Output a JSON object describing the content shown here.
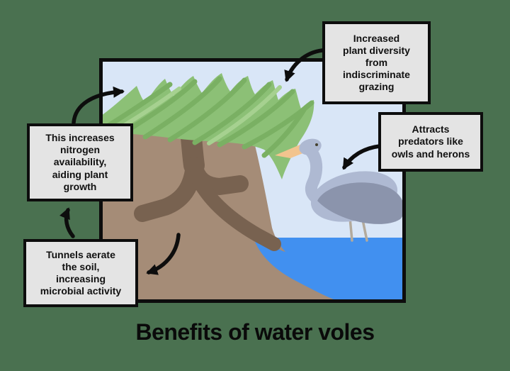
{
  "background_color": "#4a7150",
  "title": {
    "text": "Benefits of water voles"
  },
  "boxes": {
    "plant_diversity": {
      "label": "Increased\nplant diversity\nfrom\nindiscriminate\ngrazing"
    },
    "predators": {
      "label": "Attracts\npredators like\nowls and herons"
    },
    "nitrogen": {
      "label": "This increases\nnitrogen\navailability,\naiding plant\ngrowth"
    },
    "tunnels": {
      "label": "Tunnels aerate\nthe soil,\nincreasing\nmicrobial activity"
    }
  },
  "arrows": [
    {
      "from": "nitrogen-box",
      "to": "grass"
    },
    {
      "from": "plant-diversity-box",
      "to": "grass"
    },
    {
      "from": "predators-box",
      "to": "heron"
    },
    {
      "from": "tunnels-box",
      "to": "nitrogen-box"
    },
    {
      "from": "soil-tunnels",
      "to": "tunnels-box"
    }
  ],
  "scene": {
    "description": "Riverbank scene: grass on a soil bank with branching water vole tunnels, river water and a wading heron",
    "colors": {
      "sky": "#d9e6f7",
      "grass": "#8cc076",
      "grass_blade_dark": "#7ab063",
      "grass_blade_light": "#a6d190",
      "soil": "#a58c77",
      "tunnel": "#786250",
      "water": "#4190f0",
      "heron_body": "#aeb9d2",
      "heron_wing": "#8b94ac",
      "heron_beak": "#f2c48e",
      "heron_legs": "#b3aa9c",
      "arrow": "#0d0d0d"
    }
  }
}
